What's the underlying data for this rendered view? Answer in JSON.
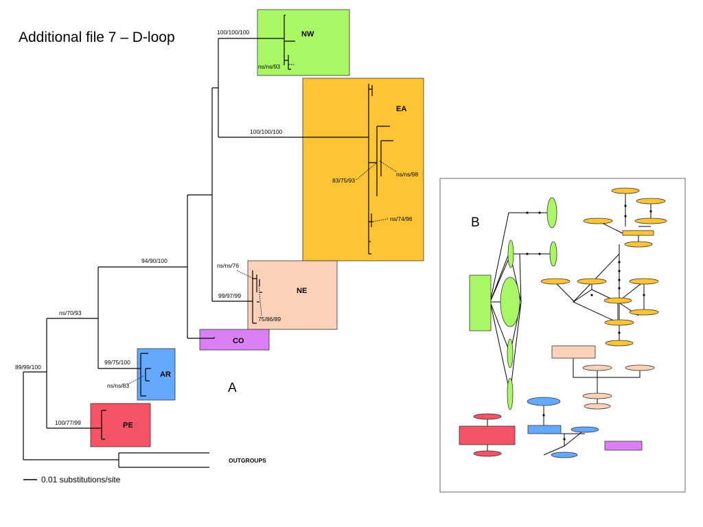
{
  "title": "Additional file 7 – D-loop",
  "panel_a": {
    "label": "A"
  },
  "panel_b": {
    "label": "B"
  },
  "clades": {
    "nw": {
      "label": "NW",
      "color": "#aaf765"
    },
    "ea": {
      "label": "EA",
      "color": "#fdc435"
    },
    "ne": {
      "label": "NE",
      "color": "#fbd1b9"
    },
    "co": {
      "label": "CO",
      "color": "#db7ff5"
    },
    "ar": {
      "label": "AR",
      "color": "#64a9fc"
    },
    "pe": {
      "label": "PE",
      "color": "#f55366"
    }
  },
  "support": {
    "nw_root": "100/100/100",
    "nw_inner": "ns/ns/93",
    "ea_root": "100/100/100",
    "ea_inner_a": "83/75/93",
    "ea_inner_b": "ns/ns/98",
    "ea_inner_c": "ns/74/96",
    "ne_inner_a": "ns/ns/76",
    "ne_root": "99/97/99",
    "ne_inner_b": "75/86/89",
    "ingroup_upper": "94/90/100",
    "ingroup": "ns/70/93",
    "ar_root": "99/75/100",
    "ar_inner": "ns/ns/83",
    "pe_root": "100/77/99",
    "root": "89/99/100"
  },
  "outgroups_label": "OUTGROUPS",
  "scale_label": "0.01 substitutions/site"
}
